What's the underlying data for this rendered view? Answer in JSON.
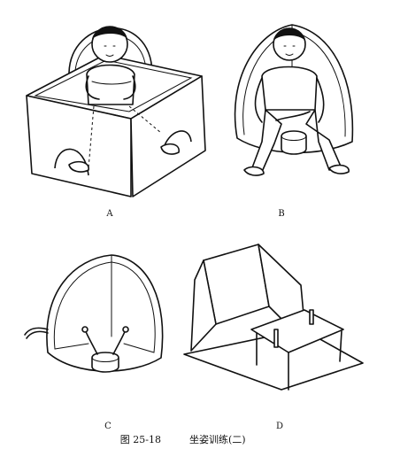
{
  "panels": [
    {
      "label": "A",
      "description_icon": "box-seat-with-child"
    },
    {
      "label": "B",
      "description_icon": "corner-seat-with-child"
    },
    {
      "label": "C",
      "description_icon": "corner-seat-empty"
    },
    {
      "label": "D",
      "description_icon": "wedge-seat-with-table"
    }
  ],
  "caption": {
    "number": "图 25-18",
    "title": "坐姿训练(二)"
  }
}
